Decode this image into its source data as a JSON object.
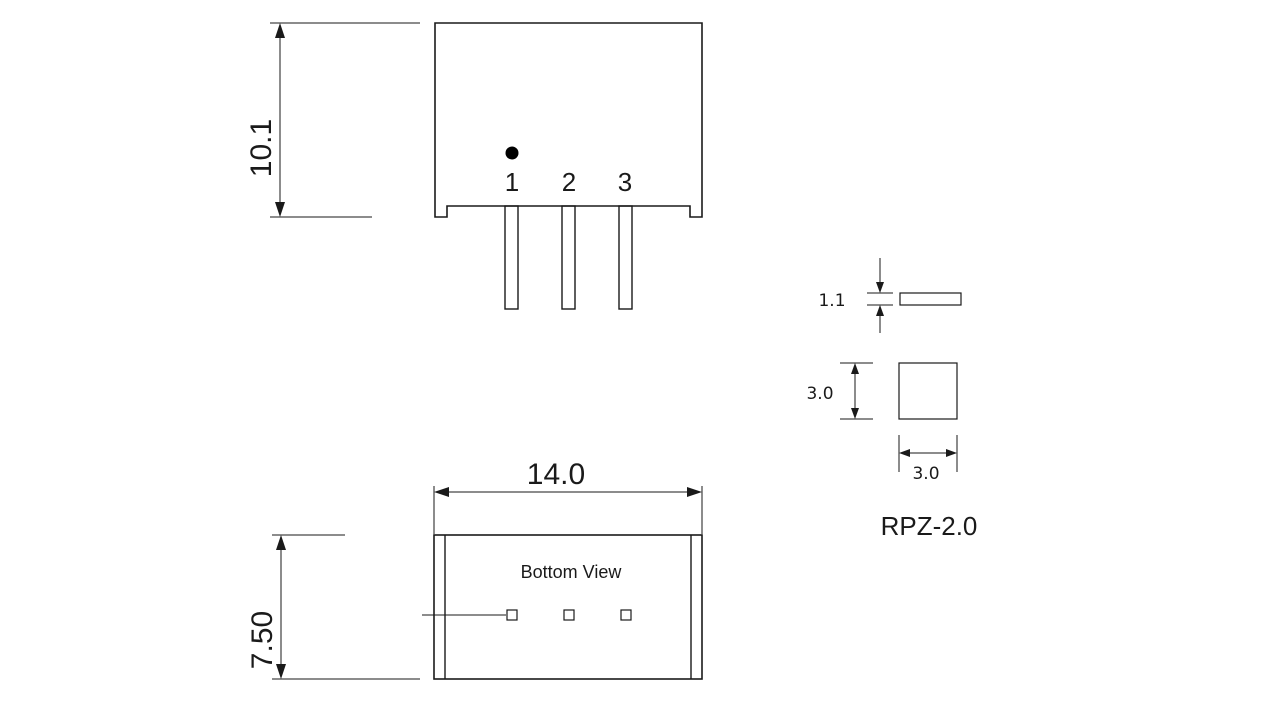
{
  "top_view": {
    "height_dim": "10.1",
    "pins": [
      "1",
      "2",
      "3"
    ]
  },
  "bottom_view": {
    "width_dim": "14.0",
    "depth_dim": "7.50",
    "label": "Bottom View"
  },
  "footprint": {
    "thickness_dim": "1.1",
    "height_dim": "3.0",
    "width_dim": "3.0",
    "model": "RPZ-2.0"
  }
}
